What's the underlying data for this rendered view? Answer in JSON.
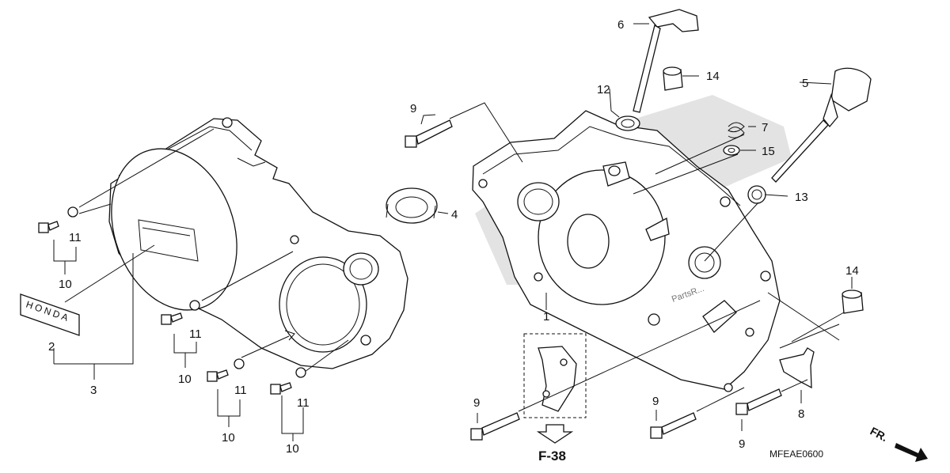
{
  "callouts": {
    "c1": "1",
    "c2": "2",
    "c3": "3",
    "c4": "4",
    "c5": "5",
    "c6": "6",
    "c7": "7",
    "c8": "8",
    "c9a": "9",
    "c9b": "9",
    "c9c": "9",
    "c9d": "9",
    "c10a": "10",
    "c10b": "10",
    "c10c": "10",
    "c10d": "10",
    "c11a": "11",
    "c11b": "11",
    "c11c": "11",
    "c11d": "11",
    "c12": "12",
    "c13": "13",
    "c14a": "14",
    "c14b": "14",
    "c15": "15"
  },
  "emblem_text": "HONDA",
  "reference": "F-38",
  "diagram_code": "MFEAE0600",
  "direction_label": "FR.",
  "watermark": "PartsR..."
}
